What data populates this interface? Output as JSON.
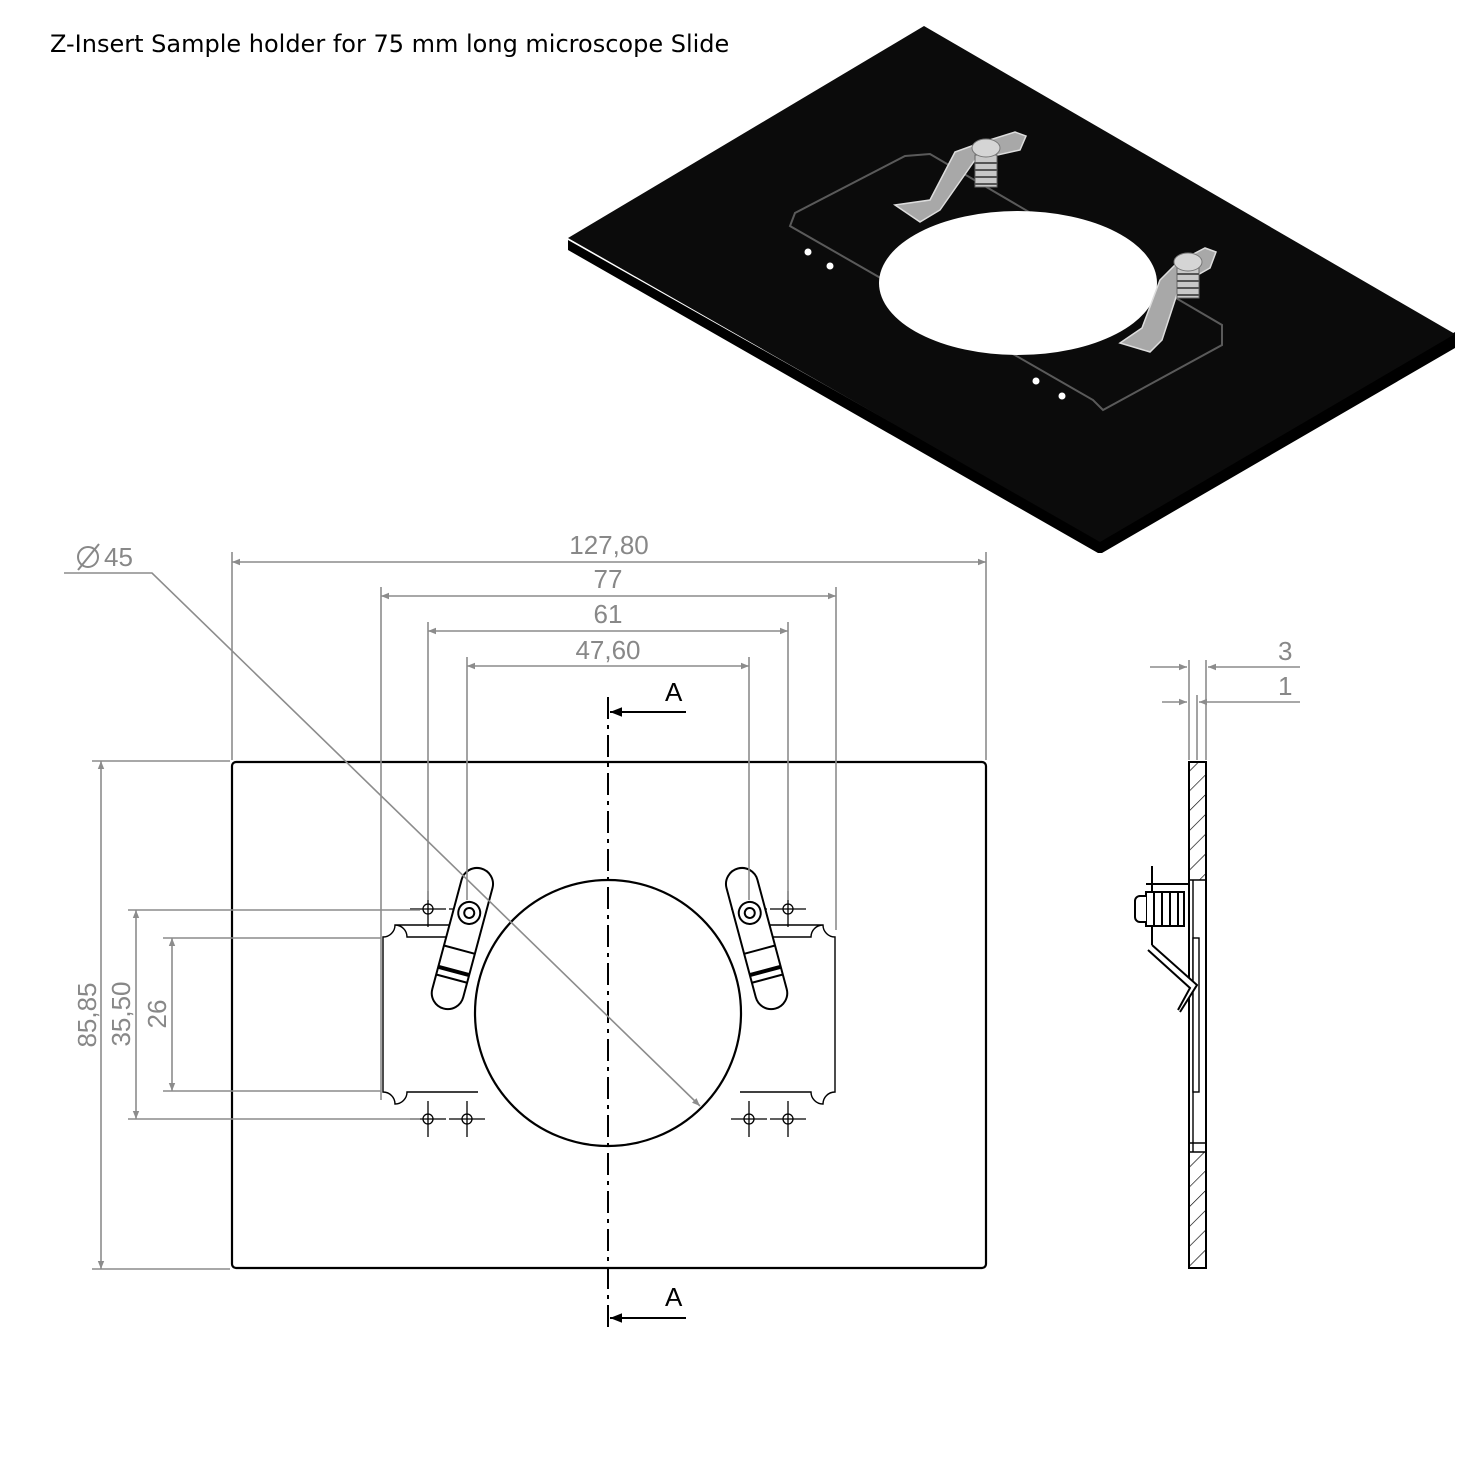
{
  "title": "Z-Insert Sample holder for 75 mm long microscope Slide",
  "dimensions": {
    "overall_width": "127,80",
    "slot_width": "77",
    "hole_pitch_outer": "61",
    "hole_pitch_inner": "47,60",
    "overall_height": "85,85",
    "hole_pitch_vertical": "35,50",
    "slot_height": "26",
    "aperture_diameter": "45",
    "plate_thickness": "3",
    "recess_depth": "1"
  },
  "section_labels": {
    "top": "A",
    "bottom": "A"
  },
  "colors": {
    "plate_3d": "#0b0b0b",
    "dimension_line": "#8c8c8c",
    "outline": "#000000",
    "clip_metal": "#a8a8a8"
  },
  "icons": {
    "diameter_symbol": "diameter-icon"
  }
}
